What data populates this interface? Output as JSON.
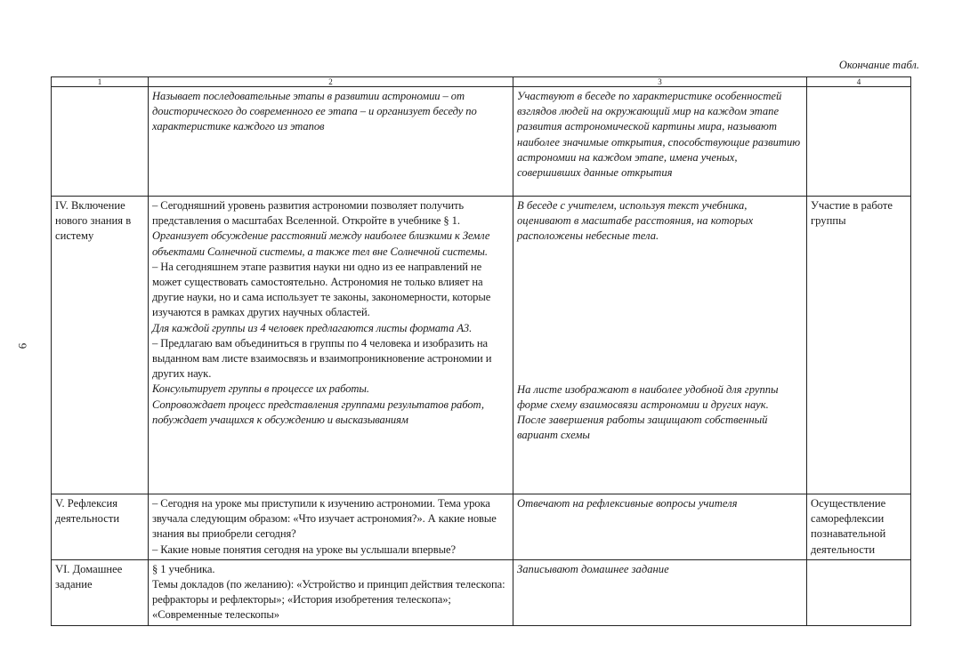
{
  "page": {
    "page_number": "6",
    "caption": "Окончание табл."
  },
  "table": {
    "column_numbers": [
      "1",
      "2",
      "3",
      "4"
    ],
    "rows": [
      {
        "stage": "",
        "teacher": [
          {
            "style": "italic",
            "text": "Называет последовательные этапы в развитии астрономии – от доисторического до современного ее этапа – и организует беседу по характеристике каждого из этапов"
          }
        ],
        "students": [
          {
            "style": "italic",
            "text": "Участвуют в беседе по характеристике особенностей взглядов людей на окружающий мир на каждом этапе развития астрономической картины мира, называют наиболее значимые открытия, способствующие развитию астрономии на каждом этапе, имена ученых, совершивших данные открытия"
          }
        ],
        "activity": ""
      },
      {
        "stage": "IV. Включение нового знания в систему",
        "teacher": [
          {
            "style": "normal",
            "text": "– Сегодняшний уровень развития астрономии позволяет получить представления о масштабах Вселенной. Откройте в учебнике § 1."
          },
          {
            "style": "italic",
            "text": "Организует обсуждение расстояний между наиболее близкими к Земле объектами Солнечной системы, а также тел вне Солнечной системы."
          },
          {
            "style": "normal",
            "text": "– На сегодняшнем этапе развития науки ни одно из ее направлений не может существовать самостоятельно. Астрономия не только влияет на другие науки, но и сама использует те законы, закономерности, которые изучаются в рамках других научных областей."
          },
          {
            "style": "italic",
            "text": "Для каждой группы из 4 человек предлагаются листы формата А3."
          },
          {
            "style": "normal",
            "text": "– Предлагаю вам объединиться в группы по 4 человека и изобразить на выданном вам листе взаимосвязь и взаимопроникновение астрономии и других наук."
          },
          {
            "style": "italic",
            "text": "Консультирует группы в процессе их работы."
          },
          {
            "style": "italic",
            "text": "Сопровождает процесс представления группами результатов работ, побуждает учащихся к обсуждению и высказываниям"
          }
        ],
        "students": [
          {
            "style": "italic",
            "text": "В беседе с учителем, используя текст учебника, оценивают в масштабе расстояния, на которых расположены небесные тела."
          },
          {
            "style": "italic",
            "text": "На листе изображают в наиболее удобной для группы форме схему взаимосвязи астрономии и других наук."
          },
          {
            "style": "italic",
            "text": "После завершения работы защищают собственный вариант схемы"
          }
        ],
        "activity": "Участие в работе группы"
      },
      {
        "stage": "V. Рефлексия деятельности",
        "teacher": [
          {
            "style": "normal",
            "text": "– Сегодня на уроке мы приступили к изучению астрономии. Тема урока звучала следующим образом: «Что изучает астрономия?». А какие новые знания вы приобрели сегодня?"
          },
          {
            "style": "normal",
            "text": "– Какие новые понятия сегодня на уроке вы услышали впервые?"
          }
        ],
        "students": [
          {
            "style": "italic",
            "text": "Отвечают на рефлексивные вопросы учителя"
          }
        ],
        "activity": "Осуществление саморефлексии познавательной деятельности"
      },
      {
        "stage": "VI. Домашнее задание",
        "teacher": [
          {
            "style": "normal",
            "text": "§ 1 учебника."
          },
          {
            "style": "normal",
            "text": "Темы докладов (по желанию): «Устройство и принцип действия телескопа: рефракторы и рефлекторы»; «История изобретения телескопа»; «Современные телескопы»"
          }
        ],
        "students": [
          {
            "style": "italic",
            "text": "Записывают домашнее задание"
          }
        ],
        "activity": ""
      }
    ]
  }
}
